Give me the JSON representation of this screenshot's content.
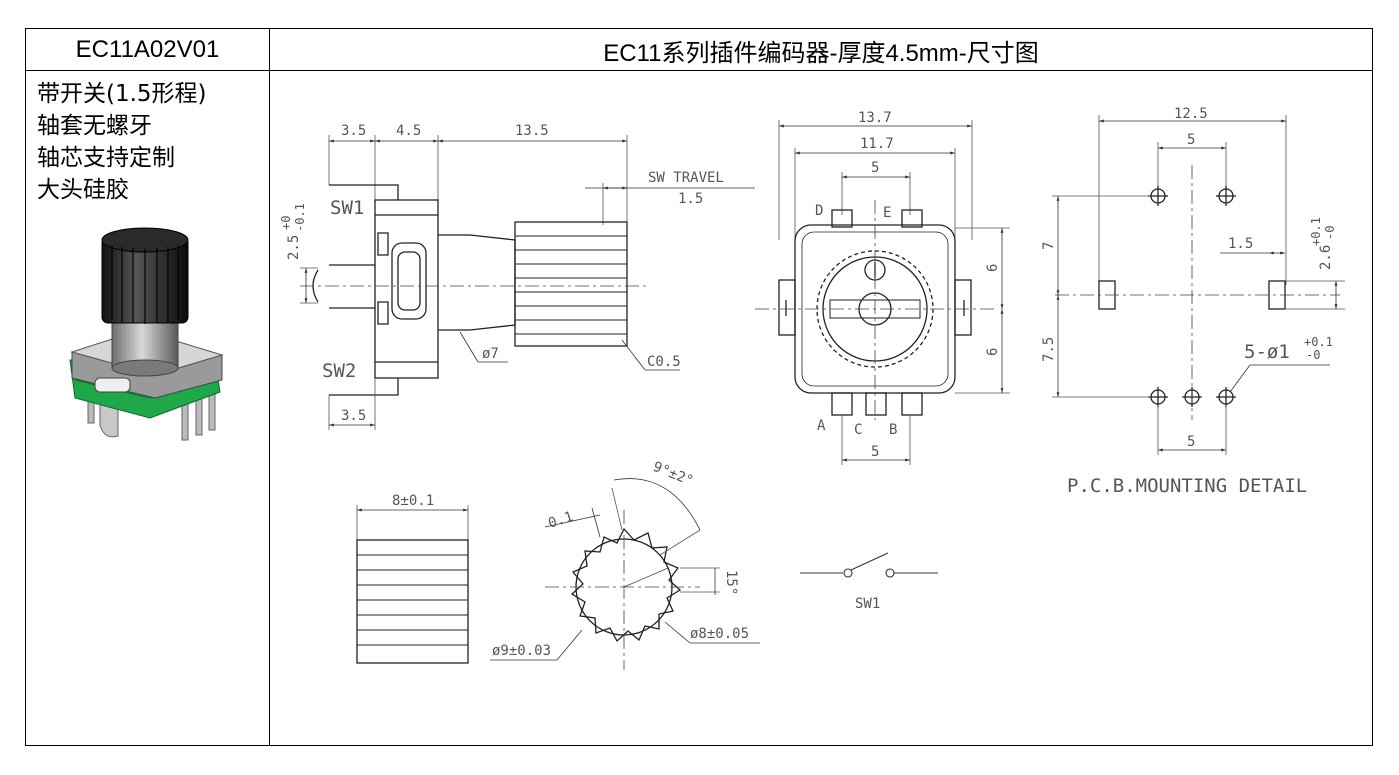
{
  "header": {
    "model": "EC11A02V01",
    "title": "EC11系列插件编码器-厚度4.5mm-尺寸图"
  },
  "features": [
    "带开关(1.5形程)",
    "轴套无螺牙",
    "轴芯支持定制",
    "大头硅胶"
  ],
  "side_view": {
    "dim_3_5_top": "3.5",
    "dim_4_5": "4.5",
    "dim_13_5": "13.5",
    "sw_travel": "SW TRAVEL",
    "sw_travel_value": "1.5",
    "sw1": "SW1",
    "sw2": "SW2",
    "dim_2_5": "2.5",
    "tol_plus": "+0",
    "tol_minus": "-0.1",
    "dia_7": "ø7",
    "chamfer": "C0.5",
    "dim_3_5_bottom": "3.5"
  },
  "front_view": {
    "dim_13_7": "13.7",
    "dim_11_7": "11.7",
    "dim_5_top": "5",
    "pin_d": "D",
    "pin_e": "E",
    "dim_6_upper": "6",
    "dim_6_lower": "6",
    "pin_a": "A",
    "pin_c": "C",
    "pin_b": "B",
    "dim_5_bottom": "5"
  },
  "pcb_view": {
    "dim_12_5": "12.5",
    "dim_5_top": "5",
    "dim_7": "7",
    "dim_1_5": "1.5",
    "dim_2_6": "2.6",
    "tol_2_6_plus": "+0.1",
    "tol_2_6_minus": "-0",
    "dim_7_5": "7.5",
    "holes": "5-ø1",
    "holes_tol_plus": "+0.1",
    "holes_tol_minus": "-0",
    "dim_5_bottom": "5",
    "caption": "P.C.B.MOUNTING DETAIL"
  },
  "knob_side": {
    "dim_8": "8±0.1"
  },
  "knob_top": {
    "angle": "9°±2°",
    "dim_0_1": "0.1",
    "angle_15": "15°",
    "dia_9": "ø9±0.03",
    "dia_8": "ø8±0.05"
  },
  "switch": {
    "label": "SW1"
  }
}
